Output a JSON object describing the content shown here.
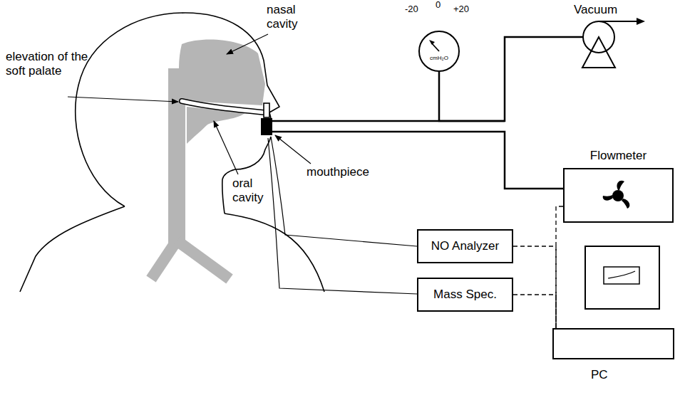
{
  "diagram": {
    "nodes": [
      {
        "text": [
          "-20",
          "0",
          "+20",
          "cmH₂O"
        ]
      },
      {
        "text": [
          "Vacuum"
        ]
      },
      {
        "text": [
          "Flowmeter"
        ]
      },
      {
        "text": [
          "NO Analyzer"
        ]
      },
      {
        "text": [
          "Mass Spec."
        ]
      },
      {
        "text": [
          "PC"
        ]
      }
    ],
    "edges": [
      {
        "from": 0,
        "to": 1,
        "arrow": "none"
      },
      {
        "from": 2,
        "to": 5,
        "arrow": "none"
      },
      {
        "from": 3,
        "to": 5,
        "arrow": "none"
      },
      {
        "from": 4,
        "to": 5,
        "arrow": "none"
      }
    ],
    "labels": [
      "nasal cavity",
      "elevation of the soft palate",
      "oral cavity",
      "mouthpiece"
    ]
  }
}
